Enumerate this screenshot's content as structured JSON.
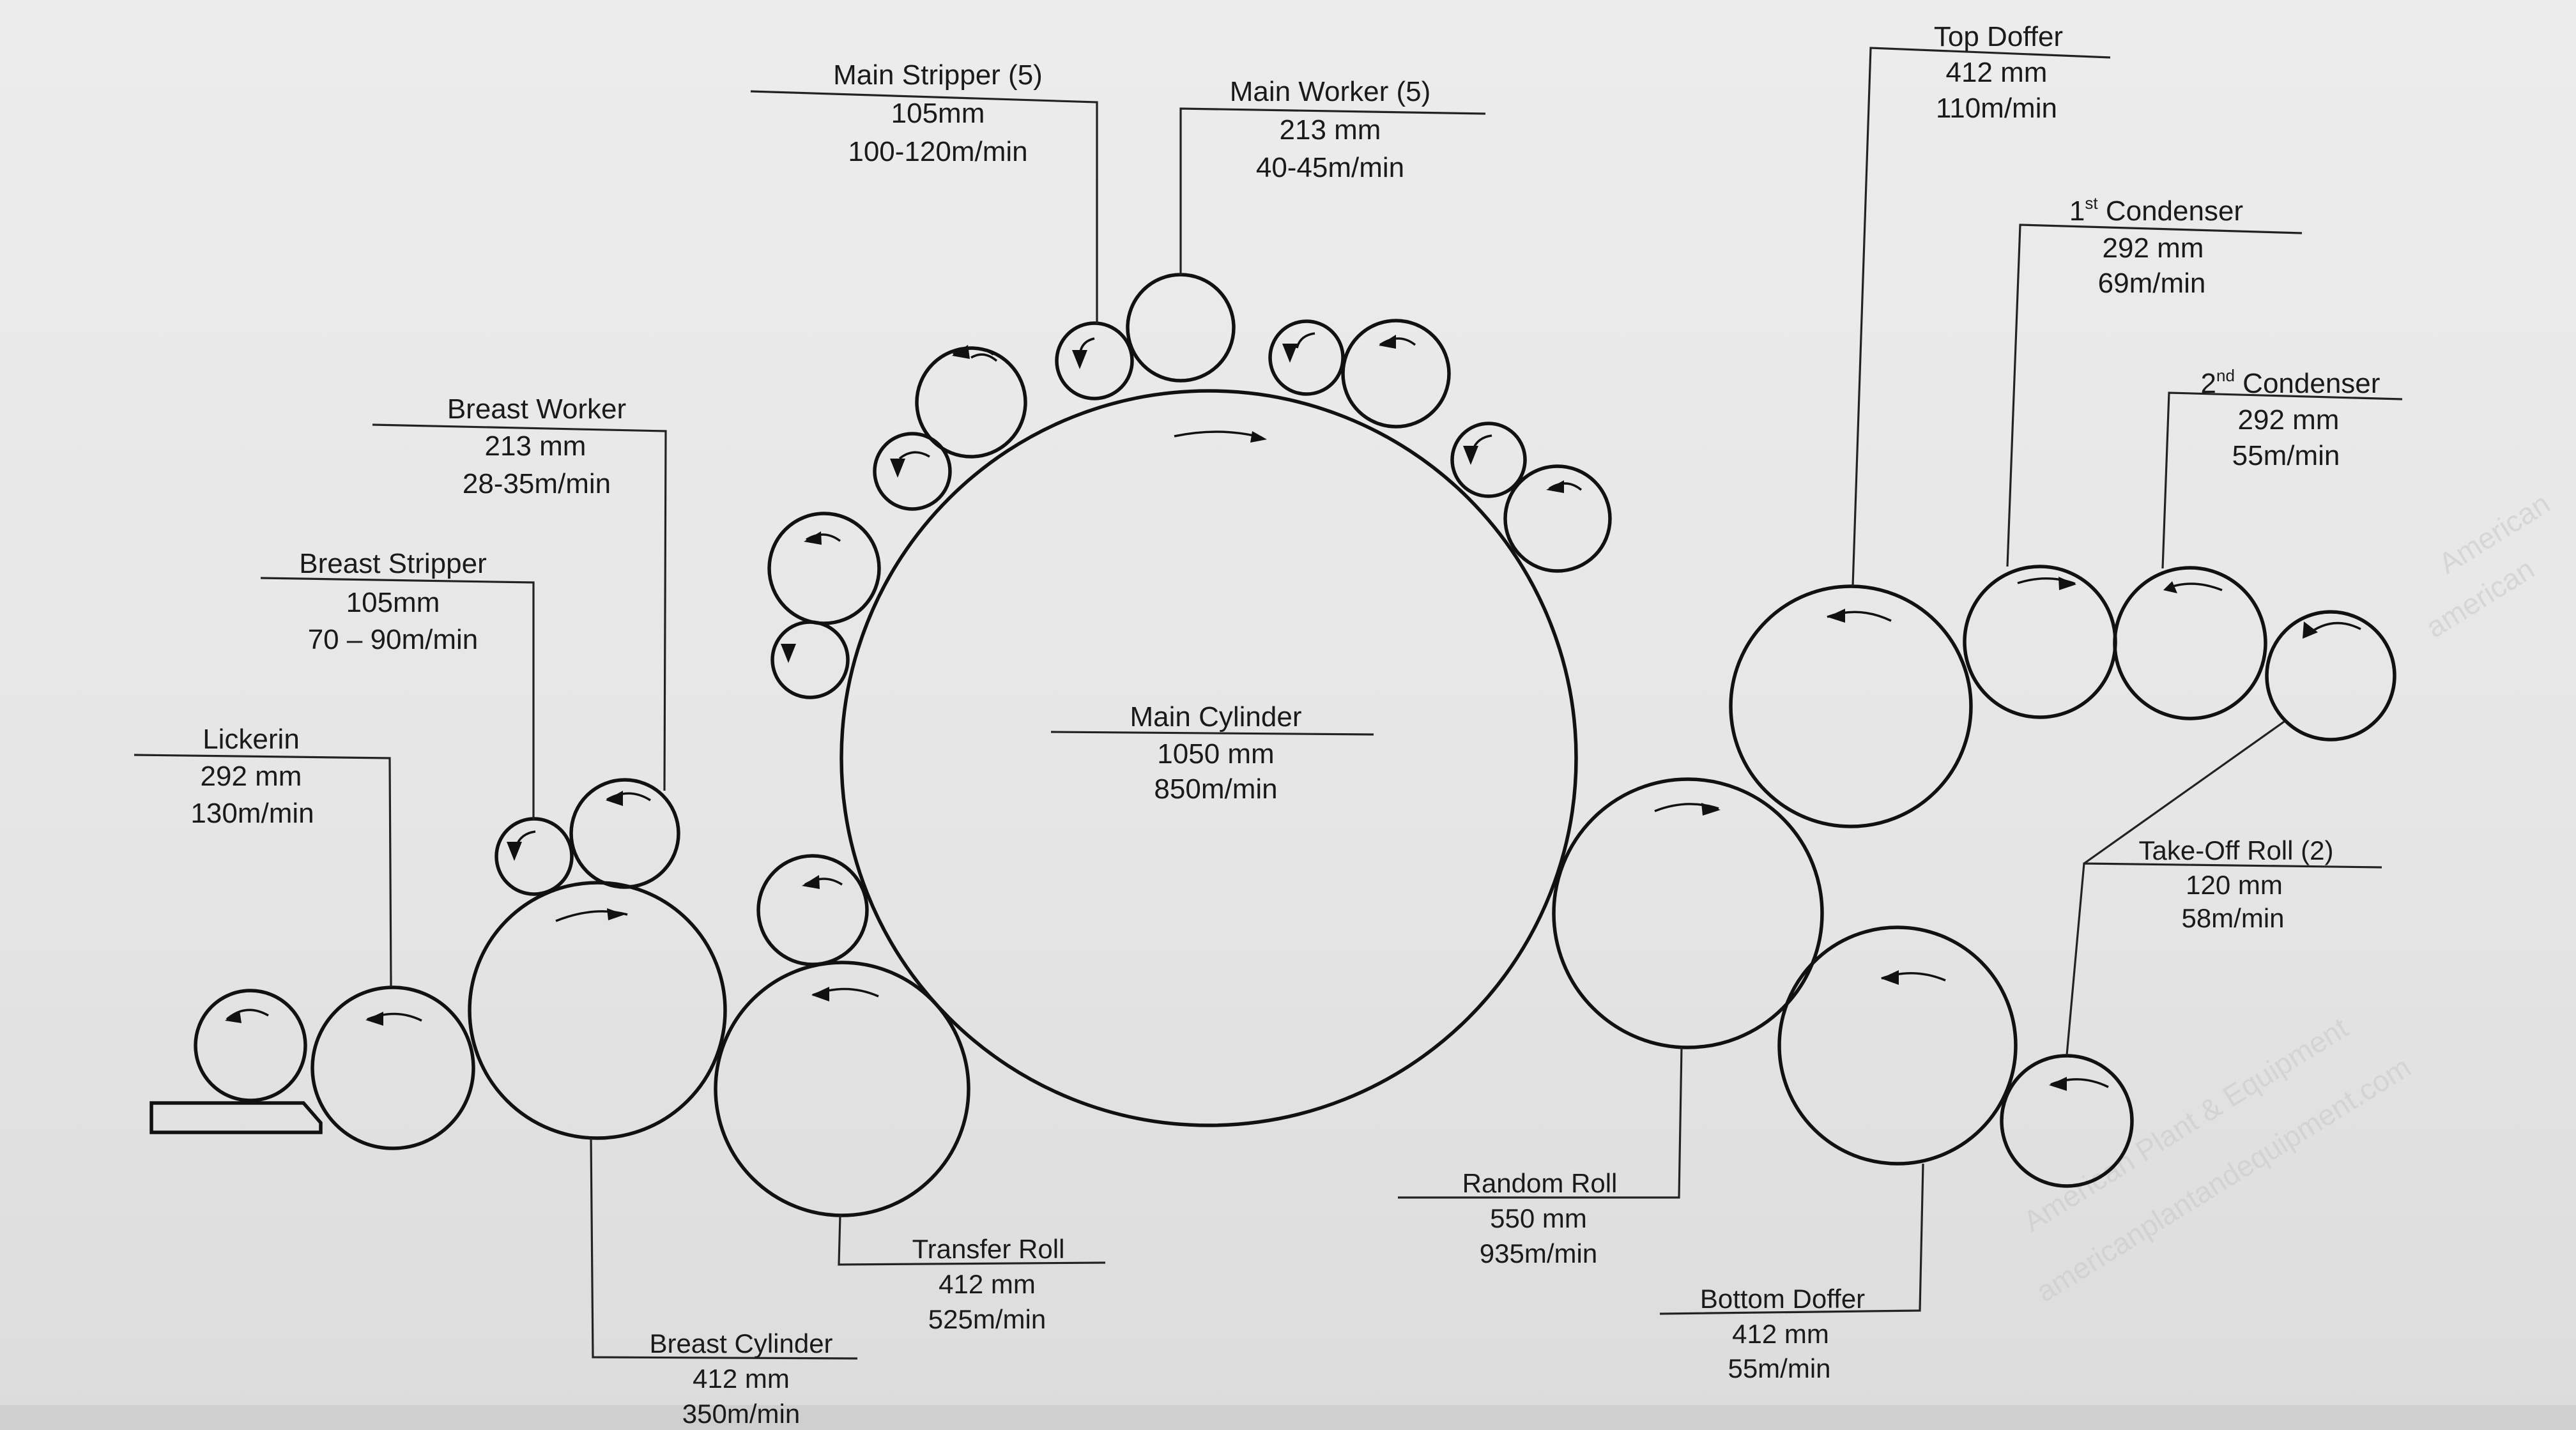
{
  "labels": {
    "main_stripper": {
      "name": "Main Stripper (5)",
      "size": "105mm",
      "speed": "100-120m/min"
    },
    "main_worker": {
      "name": "Main Worker (5)",
      "size": "213 mm",
      "speed": "40-45m/min"
    },
    "top_doffer": {
      "name": "Top Doffer",
      "size": "412 mm",
      "speed": "110m/min"
    },
    "first_condenser": {
      "sup": "st",
      "num": "1",
      "name": " Condenser",
      "size": "292 mm",
      "speed": "69m/min"
    },
    "second_condenser": {
      "sup": "nd",
      "num": "2",
      "name": " Condenser",
      "size": "292 mm",
      "speed": "55m/min"
    },
    "breast_worker": {
      "name": "Breast Worker",
      "size": "213 mm",
      "speed": "28-35m/min"
    },
    "breast_stripper": {
      "name": "Breast Stripper",
      "size": "105mm",
      "speed": "70 – 90m/min"
    },
    "lickerin": {
      "name": "Lickerin",
      "size": "292 mm",
      "speed": "130m/min"
    },
    "main_cylinder": {
      "name": "Main Cylinder",
      "size": "1050 mm",
      "speed": "850m/min"
    },
    "take_off_roll": {
      "name": "Take-Off Roll (2)",
      "size": "120 mm",
      "speed": "58m/min"
    },
    "random_roll": {
      "name": "Random Roll",
      "size": "550 mm",
      "speed": "935m/min"
    },
    "transfer_roll": {
      "name": "Transfer Roll",
      "size": "412 mm",
      "speed": "525m/min"
    },
    "bottom_doffer": {
      "name": "Bottom Doffer",
      "size": "412 mm",
      "speed": "55m/min"
    },
    "breast_cylinder": {
      "name": "Breast Cylinder",
      "size": "412 mm",
      "speed": "350m/min"
    }
  },
  "watermarks": {
    "w1": "American Plant & Equipment",
    "w2": "americanplantandequipment.com",
    "w3": "American",
    "w4": "american"
  }
}
